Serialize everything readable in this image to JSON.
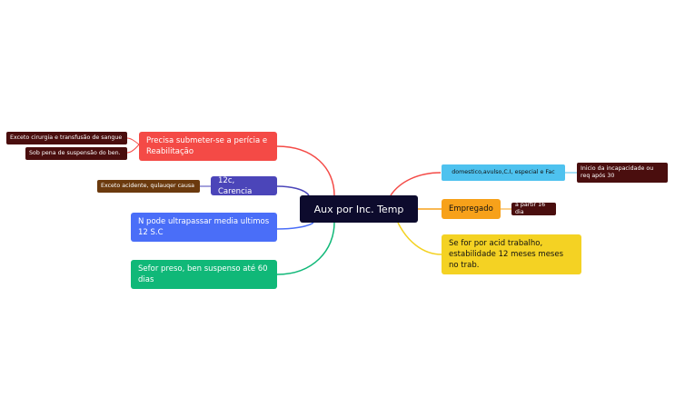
{
  "central": {
    "label": "Aux por Inc. Temp"
  },
  "left": [
    {
      "label": "Precisa submeter-se a perícia e Reabilitação",
      "subs": [
        "Exceto cirurgia e transfusão de sangue",
        "Sob pena de suspensão do ben."
      ]
    },
    {
      "label": "12c, Carencia",
      "subs": [
        "Exceto acidente, qulauqer causa"
      ]
    },
    {
      "label": "N pode ultrapassar media ultimos 12 S.C"
    },
    {
      "label": "Sefor preso, ben suspenso até 60 dias"
    }
  ],
  "right": [
    {
      "label": "domestico,avulso,C.I, especial e Fac",
      "subs": [
        "Inicio da incapacidade ou req após 30"
      ]
    },
    {
      "label": "Empregado",
      "subs": [
        "a partir 16 dia"
      ]
    },
    {
      "label": "Se for por acid trabalho, estabilidade 12 meses meses no trab."
    }
  ],
  "colors": {
    "central": "#0d0b2d",
    "red": "#f44a46",
    "indigo": "#4b45b9",
    "blue": "#4a6ef8",
    "green": "#10b878",
    "cyan": "#4ec2ef",
    "orange": "#f7a11a",
    "yellow": "#f4d223",
    "brown": "#6b3a0e",
    "maroon": "#4a0e0e"
  }
}
